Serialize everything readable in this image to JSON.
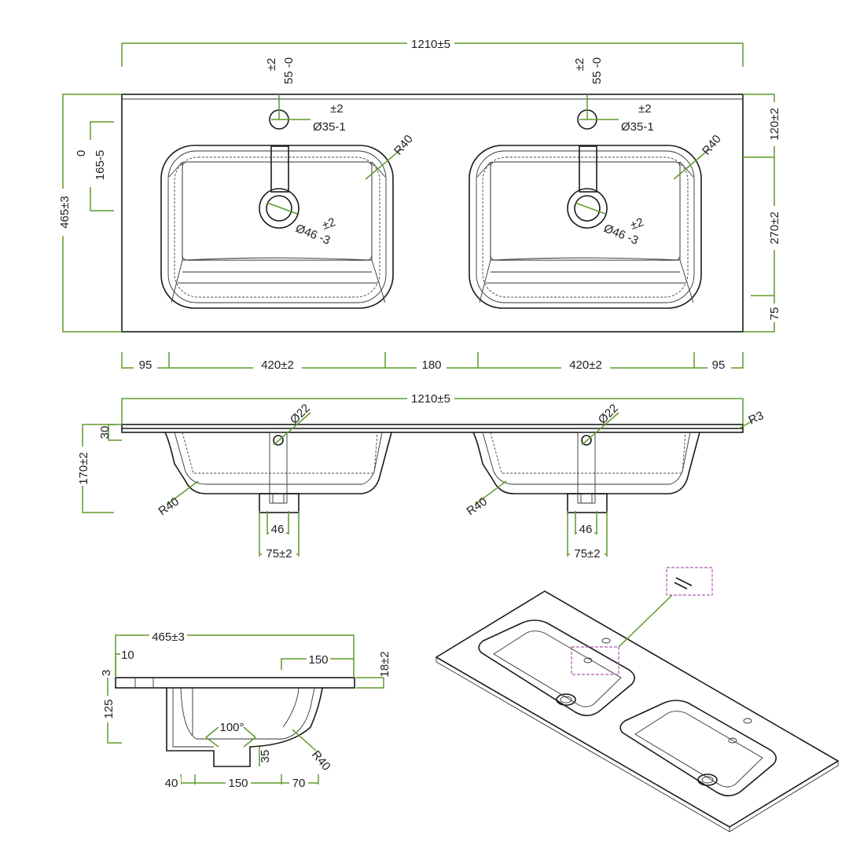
{
  "colors": {
    "dimension_lines": "#5f9a2a",
    "object_lines": "#1a1a1a",
    "callout": "#b05ab8"
  },
  "top_view": {
    "overall_width": "1210±5",
    "overall_depth": "465±3",
    "tap_hole_offset_tol": "±2",
    "tap_hole_offset": "55 -0",
    "tap_hole_dia_tol": "±2",
    "tap_hole_dia": "Ø35-1",
    "corner_radius": "R40",
    "drain_dia_tol": "±2",
    "drain_dia": "Ø46 -3",
    "basin_offset_tol": "0",
    "basin_offset": "165-5",
    "right_dims": [
      "120±2",
      "270±2",
      "75"
    ],
    "bottom_dims": [
      "95",
      "420±2",
      "180",
      "420±2",
      "95"
    ]
  },
  "front_view": {
    "overall_width": "1210±5",
    "overflow_dia": "Ø22",
    "edge_radius": "R3",
    "slab_thickness": "30",
    "total_height": "170±2",
    "bowl_radius": "R40",
    "drain_inner": "46",
    "drain_outer": "75±2"
  },
  "side_view": {
    "overall_depth": "465±3",
    "back_dim": "150",
    "front_lip": "10",
    "lip_height": "3",
    "slab_height": "18±2",
    "bowl_depth": "125",
    "angle": "100°",
    "drain_height": "35",
    "bowl_radius": "R40",
    "bottom_dims": [
      "40",
      "150",
      "70"
    ]
  }
}
